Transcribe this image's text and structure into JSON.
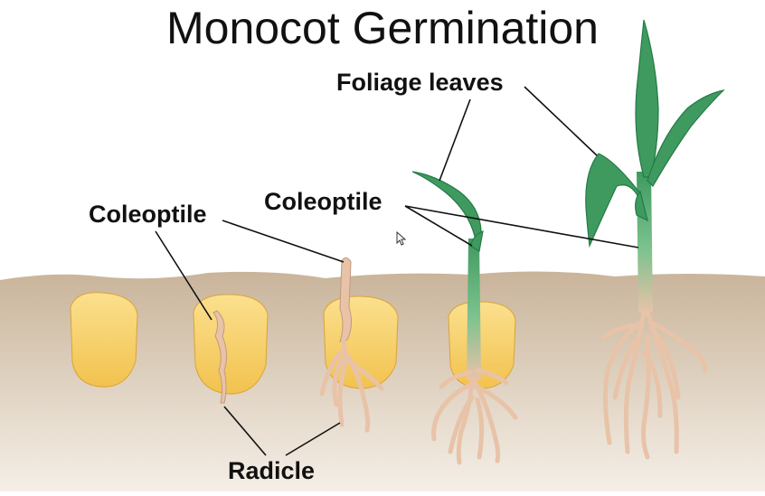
{
  "diagram": {
    "title": "Monocot Germination",
    "labels": {
      "foliage_leaves": "Foliage leaves",
      "coleoptile_left": "Coleoptile",
      "coleoptile_right": "Coleoptile",
      "radicle": "Radicle"
    },
    "stages": [
      "seed",
      "coleoptile-emerging",
      "shoot-rising",
      "first-leaf",
      "mature-seedling"
    ],
    "colors": {
      "soil_top": "#c9b49a",
      "soil_bottom": "#f5efe7",
      "kernel": "#f2c24e",
      "kernel_light": "#fbe08e",
      "root": "#e8c3a8",
      "root_edge": "#c29a80",
      "leaf": "#3f9a5f",
      "leaf_dark": "#237a45",
      "leaf_light": "#7cc28f",
      "leader_line": "#111111"
    }
  }
}
